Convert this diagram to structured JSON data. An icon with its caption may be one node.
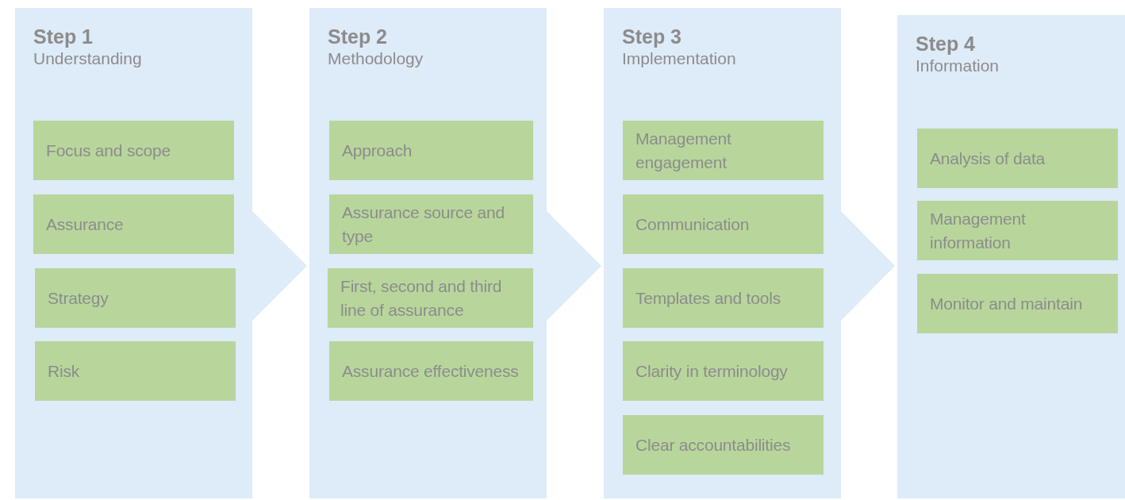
{
  "diagram": {
    "nodes": [
      {
        "text": [
          "Step 1",
          "Understanding"
        ]
      },
      {
        "text": [
          "Focus and scope"
        ],
        "in": 0
      },
      {
        "text": [
          "Assurance"
        ],
        "in": 0
      },
      {
        "text": [
          "Strategy"
        ],
        "in": 0
      },
      {
        "text": [
          "Risk"
        ],
        "in": 0
      },
      {
        "text": [
          "Step 2",
          "Methodology"
        ]
      },
      {
        "text": [
          "Approach"
        ],
        "in": 5
      },
      {
        "text": [
          "Assurance source and type"
        ],
        "in": 5
      },
      {
        "text": [
          "First, second and third line of assurance"
        ],
        "in": 5
      },
      {
        "text": [
          "Assurance effectiveness"
        ],
        "in": 5
      },
      {
        "text": [
          "Step 3",
          "Implementation"
        ]
      },
      {
        "text": [
          "Management engagement"
        ],
        "in": 10
      },
      {
        "text": [
          "Communication"
        ],
        "in": 10
      },
      {
        "text": [
          "Templates and tools"
        ],
        "in": 10
      },
      {
        "text": [
          "Clarity in terminology"
        ],
        "in": 10
      },
      {
        "text": [
          "Clear accountabilities"
        ],
        "in": 10
      },
      {
        "text": [
          "Step 4",
          "Information"
        ]
      },
      {
        "text": [
          "Analysis of data"
        ],
        "in": 16
      },
      {
        "text": [
          "Management information"
        ],
        "in": 16
      },
      {
        "text": [
          "Monitor and maintain"
        ],
        "in": 16
      }
    ],
    "edges": [
      {
        "from": 0,
        "to": 5,
        "arrow": "to"
      },
      {
        "from": 5,
        "to": 10,
        "arrow": "to"
      },
      {
        "from": 10,
        "to": 16,
        "arrow": "to"
      }
    ]
  }
}
